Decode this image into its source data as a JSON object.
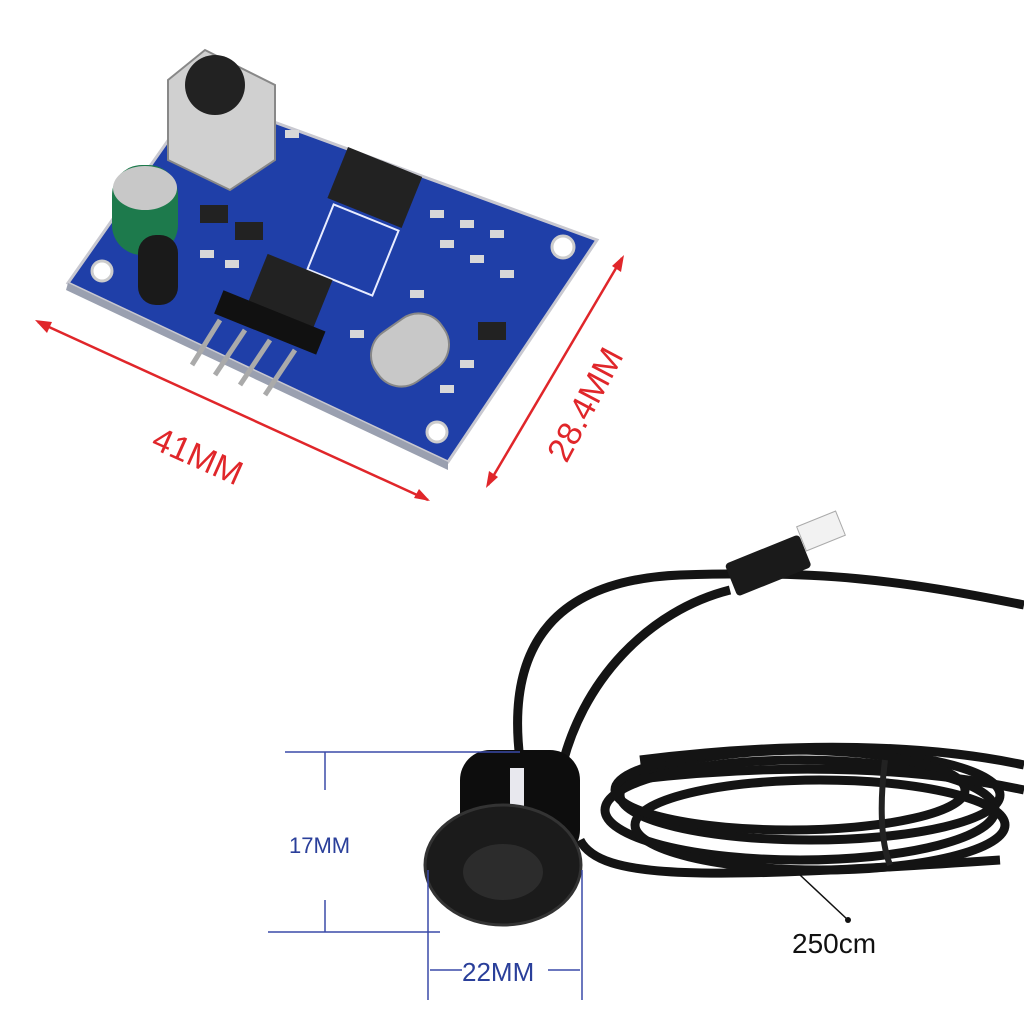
{
  "dimensions": {
    "board_width": "41MM",
    "board_height": "28.4MM",
    "sensor_height": "17MM",
    "sensor_diameter": "22MM",
    "cable_length": "250cm"
  },
  "colors": {
    "pcb": "#1f3fa8",
    "dimension_red": "#e0262a",
    "dimension_blue": "#2a3f9a"
  }
}
